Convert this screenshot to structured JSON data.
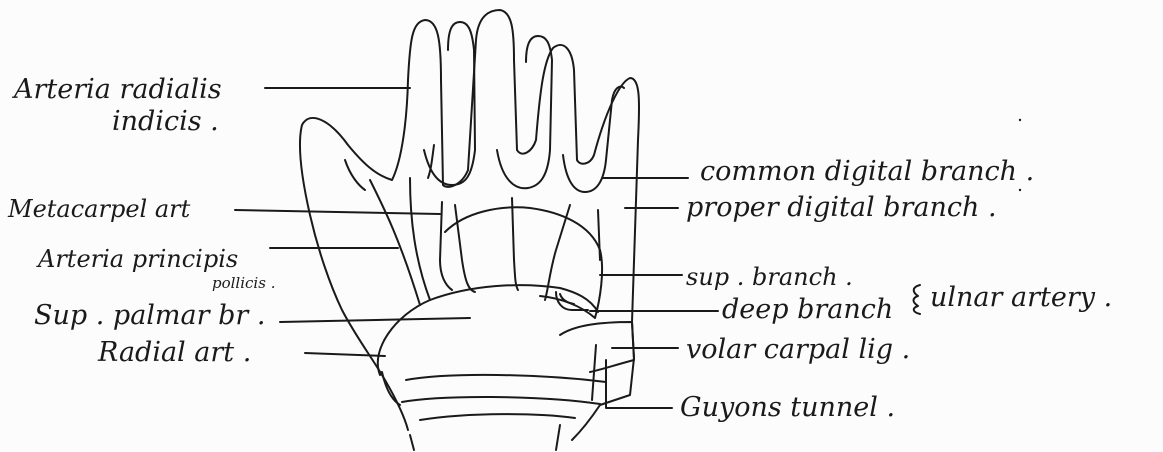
{
  "labels": {
    "arteria_radialis": "Arteria radialis",
    "indicis": "indicis .",
    "metacarpal_art": "Metacarpel art",
    "arteria_principis": "Arteria principis",
    "pollicis": "pollicis .",
    "sup_palmar_br": "Sup . palmar br .",
    "radial_art": "Radial art .",
    "common_digital_branch": "common digital branch .",
    "proper_digital_branch": "proper digital branch .",
    "sup_branch": "sup . branch .",
    "deep_branch": "deep branch",
    "ulnar_artery": "ulnar artery .",
    "volar_carpal_lig": "volar carpal lig .",
    "guyons_tunnel": "Guyons tunnel ."
  },
  "colors": {
    "ink": "#1a1a1a",
    "paper": "#fcfcfc"
  }
}
